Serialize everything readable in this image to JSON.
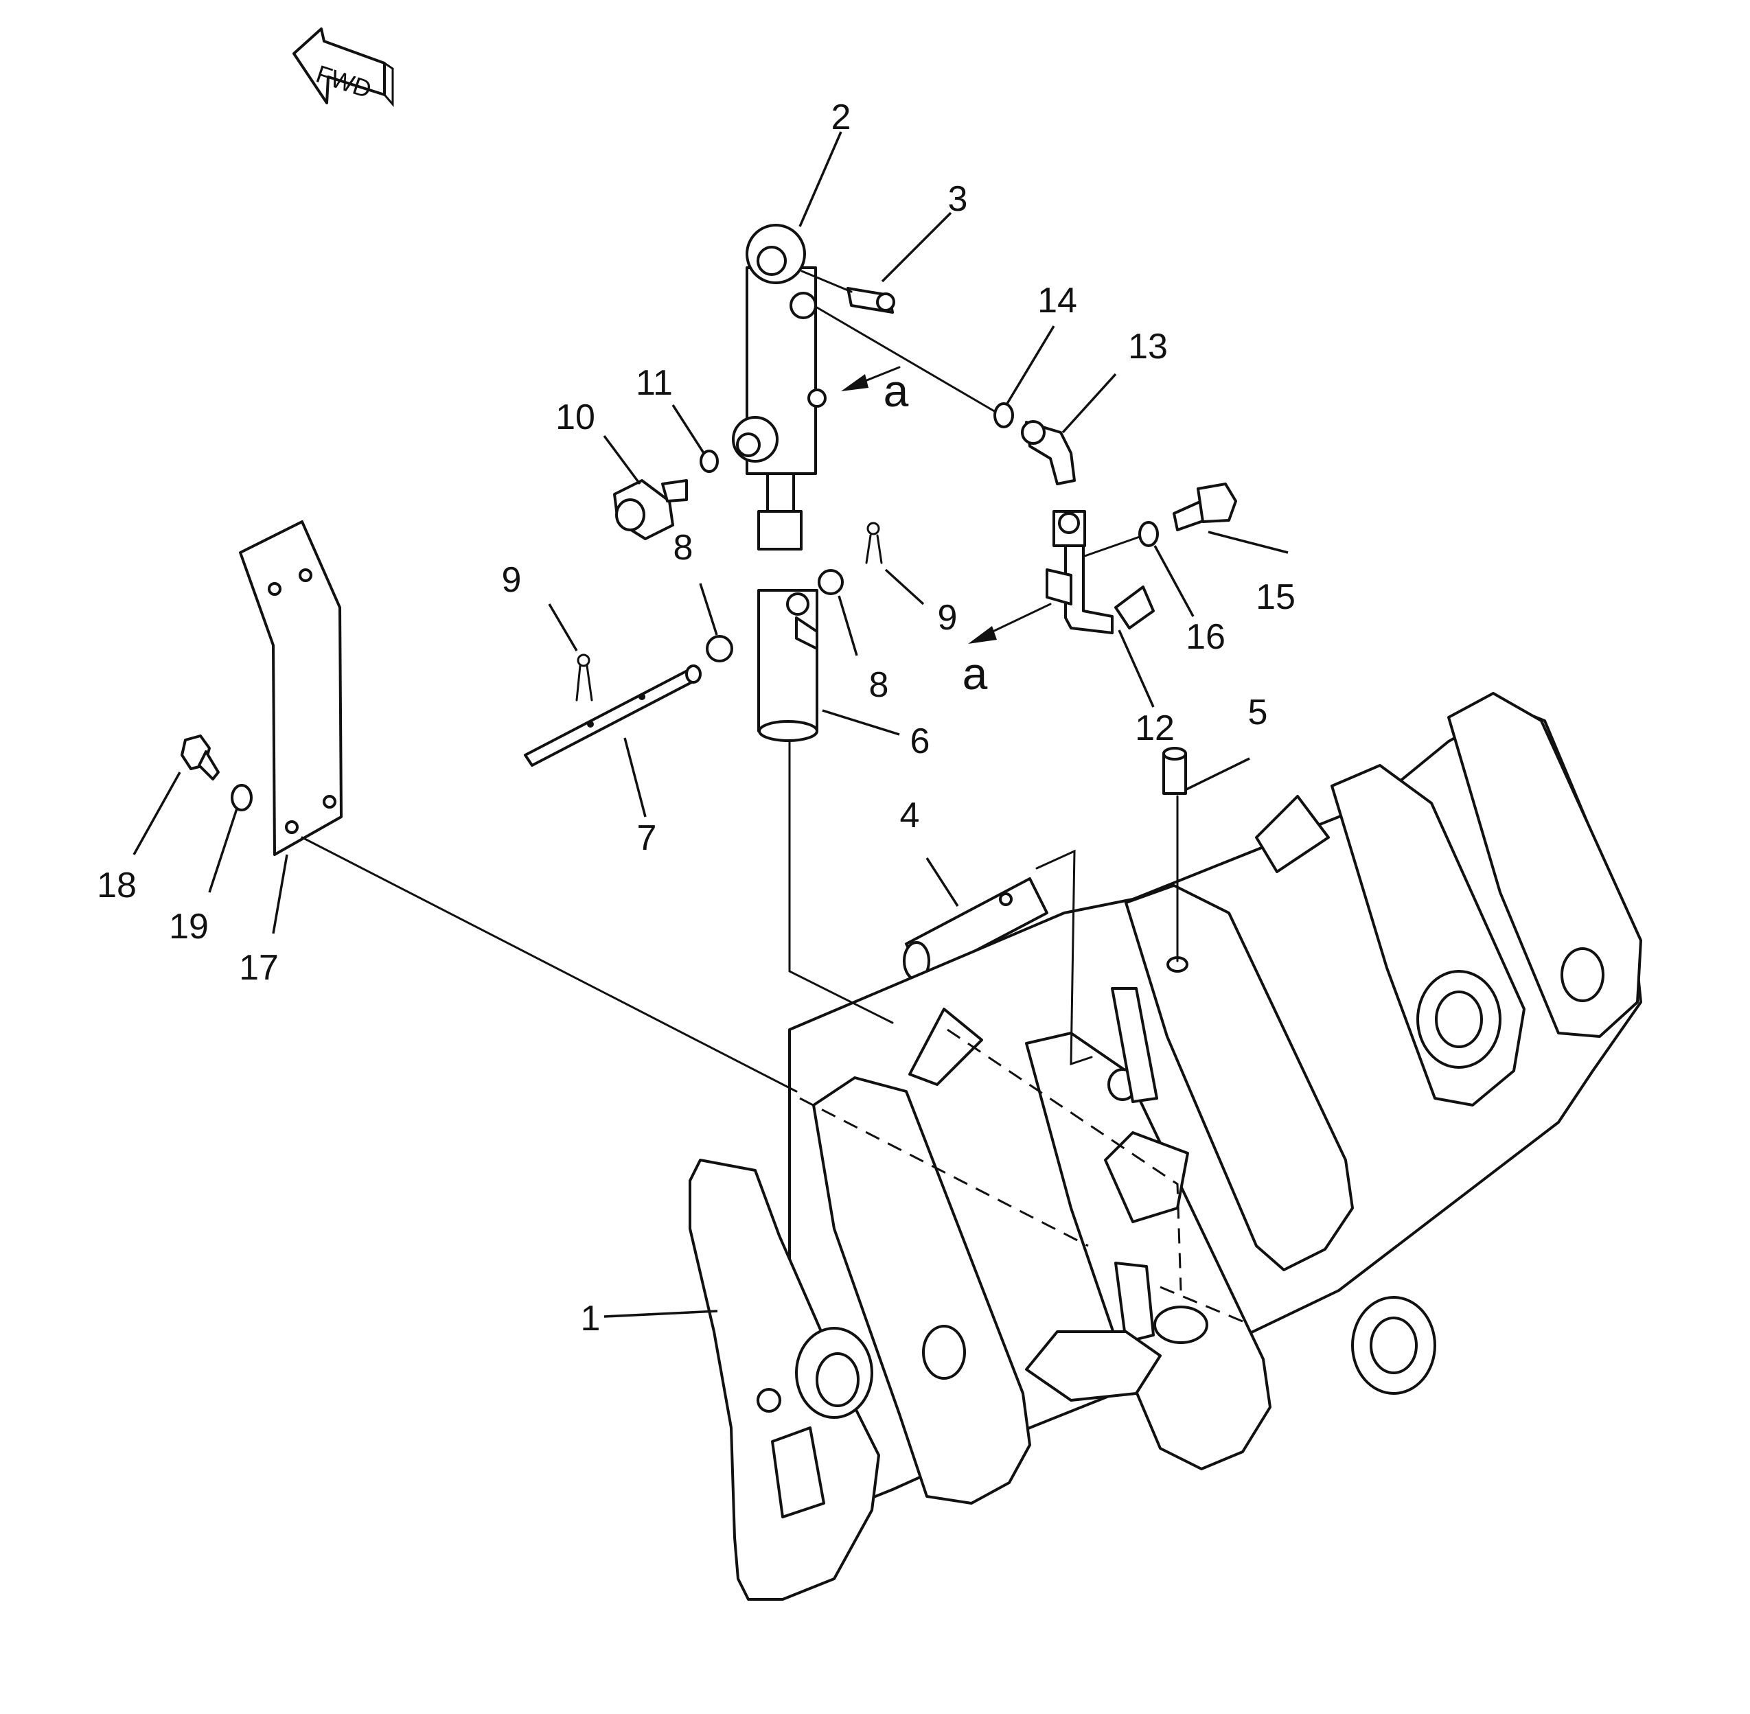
{
  "direction_marker": {
    "label": "FWD"
  },
  "reference_labels": [
    "a",
    "a"
  ],
  "part_numbers": {
    "p1": "1",
    "p2": "2",
    "p3": "3",
    "p4": "4",
    "p5": "5",
    "p6": "6",
    "p7": "7",
    "p8a": "8",
    "p8b": "8",
    "p9a": "9",
    "p9b": "9",
    "p10": "10",
    "p11": "11",
    "p12": "12",
    "p13": "13",
    "p14": "14",
    "p15": "15",
    "p16": "16",
    "p17": "17",
    "p18": "18",
    "p19": "19"
  },
  "colors": {
    "ink": "#111111",
    "paper": "#ffffff"
  }
}
